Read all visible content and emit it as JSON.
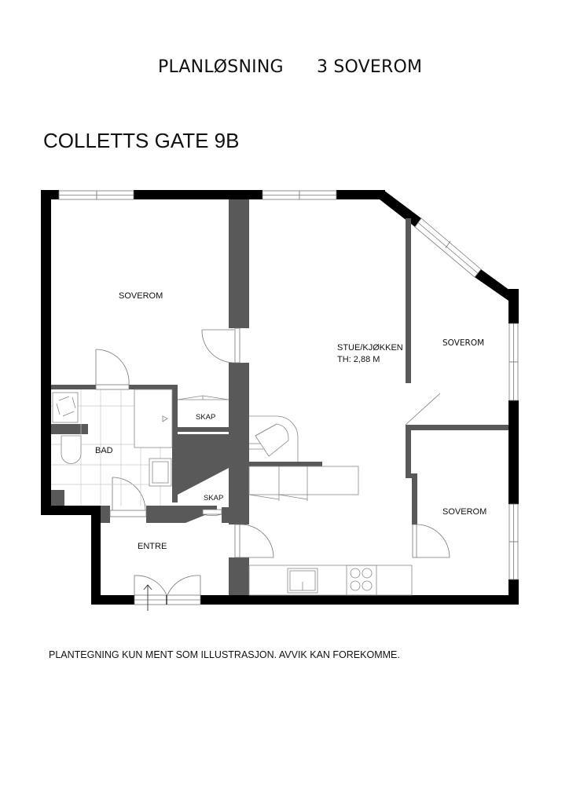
{
  "header": {
    "plan_label": "PLANLØSNING",
    "bedrooms_label": "3 SOVEROM",
    "address": "COLLETTS GATE 9B"
  },
  "rooms": {
    "bedroom_nw": "SOVEROM",
    "living_kitchen": "STUE/KJØKKEN",
    "ceiling_height": "TH: 2,88 M",
    "bedroom_ne": "SOVEROM",
    "bedroom_se": "SOVEROM",
    "bathroom": "BAD",
    "closet_upper": "SKAP",
    "closet_lower": "SKAP",
    "entrance": "ENTRE"
  },
  "footer": {
    "disclaimer": "PLANTEGNING KUN MENT SOM ILLUSTRASJON. AVVIK KAN FOREKOMME."
  },
  "colors": {
    "exterior_wall": "#000000",
    "interior_wall": "#595959",
    "fixture_line": "#8a8a8a",
    "background": "#ffffff"
  }
}
